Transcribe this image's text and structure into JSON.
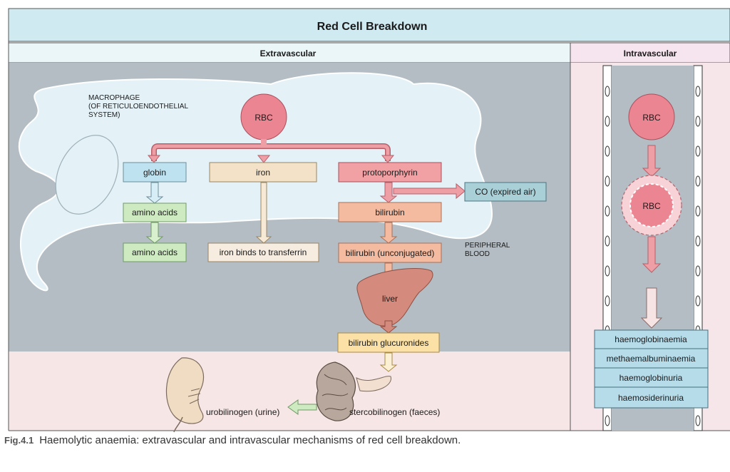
{
  "title": "Red Cell Breakdown",
  "sections": {
    "extravascular": "Extravascular",
    "intravascular": "Intravascular"
  },
  "extravascular": {
    "macrophage_label": [
      "MACROPHAGE",
      "(OF RETICULOENDOTHELIAL",
      "SYSTEM)"
    ],
    "peripheral_label": [
      "PERIPHERAL",
      "BLOOD"
    ],
    "rbc": "RBC",
    "globin": "globin",
    "iron": "iron",
    "protoporphyrin": "protoporphyrin",
    "co": "CO (expired air)",
    "amino_acids_1": "amino acids",
    "amino_acids_2": "amino acids",
    "bilirubin": "bilirubin",
    "iron_binds": "iron binds to transferrin",
    "bilirubin_unconjugated": "bilirubin (unconjugated)",
    "liver": "liver",
    "bilirubin_glucuronides": "bilirubin glucuronides",
    "stercobilinogen": "stercobilinogen (faeces)",
    "urobilinogen": "urobilinogen (urine)"
  },
  "intravascular": {
    "rbc_1": "RBC",
    "rbc_2": "RBC",
    "outcomes": [
      "haemoglobinaemia",
      "methaemalbuminaemia",
      "haemoglobinuria",
      "haemosiderinuria"
    ]
  },
  "caption": {
    "number": "Fig.4.1",
    "text": "Haemolytic anaemia: extravascular and intravascular mechanisms of red cell breakdown."
  },
  "colors": {
    "title_band": "#cfeaf1",
    "subheader_band": "#eaf6f8",
    "blood_gray": "#b3bdc3",
    "macrophage": "#e4f2f8",
    "bottom_pink": "#f7e6e6",
    "rbc": "#ec8592",
    "arrow_fill": "#ee9ea5",
    "arrow_stroke": "#b5606b",
    "globin_box": "#bfe2f0",
    "iron_box": "#f3e2c8",
    "proto_box": "#f1a0a4",
    "co_box": "#a9cfd7",
    "amino_box": "#cdeac1",
    "bilirubin_box": "#f4bba0",
    "glucuronide_box": "#fbe1a6",
    "liver": "#d48a7c",
    "outcome_box": "#b6dcea"
  }
}
